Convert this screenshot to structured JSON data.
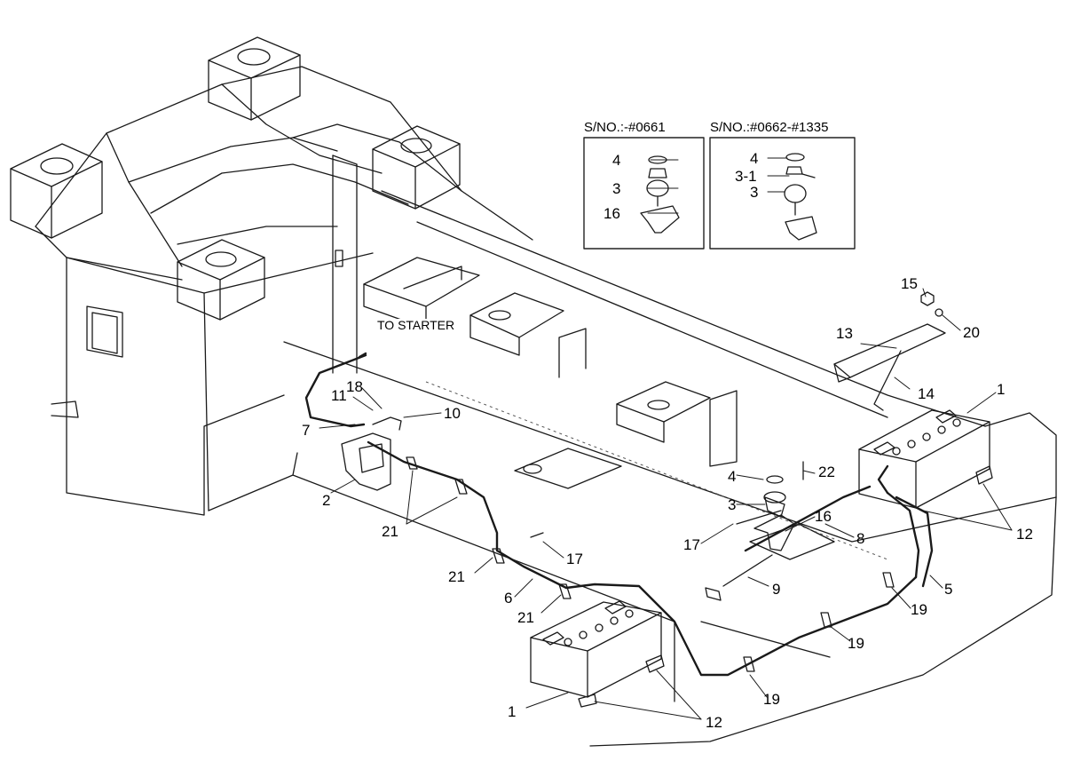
{
  "notes": {
    "to_starter": "TO STARTER"
  },
  "inset_left": {
    "title": "S/NO.:-#0661",
    "labels": [
      "4",
      "3",
      "16"
    ]
  },
  "inset_right": {
    "title": "S/NO.:#0662-#1335",
    "labels": [
      "4",
      "3-1",
      "3"
    ]
  },
  "callouts": {
    "c1_right": "1",
    "c1_left": "1",
    "c2": "2",
    "c3": "3",
    "c4": "4",
    "c5": "5",
    "c6": "6",
    "c7": "7",
    "c8": "8",
    "c9": "9",
    "c10": "10",
    "c11": "11",
    "c12_right": "12",
    "c12_left": "12",
    "c13": "13",
    "c14": "14",
    "c15": "15",
    "c16": "16",
    "c17_a": "17",
    "c17_b": "17",
    "c18": "18",
    "c19_a": "19",
    "c19_b": "19",
    "c19_c": "19",
    "c20": "20",
    "c21_a": "21",
    "c21_b": "21",
    "c21_c": "21",
    "c22": "22"
  }
}
